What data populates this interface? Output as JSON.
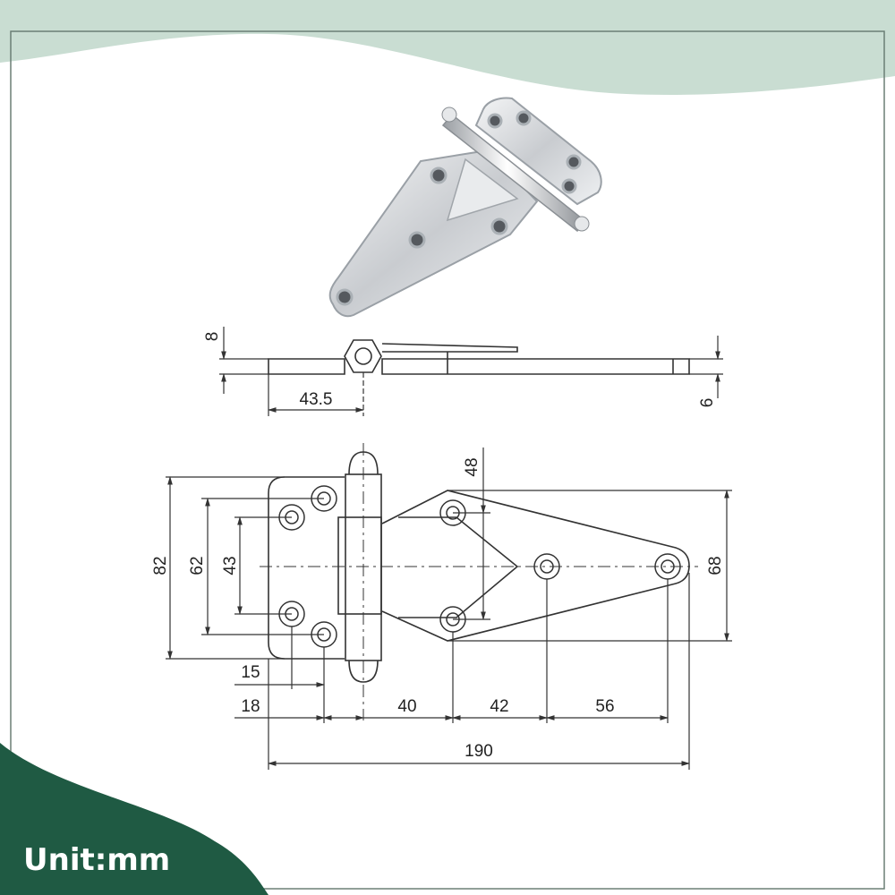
{
  "colors": {
    "top_wave": "#c9ddd2",
    "bottom_wave": "#1f5a43",
    "line": "#333333",
    "steel": "#d9dcdf"
  },
  "unit_label": "Unit:mm",
  "side_view": {
    "dimensions": {
      "height_top": "8",
      "thickness": "6",
      "pin_offset": "43.5"
    }
  },
  "top_view": {
    "dimensions": {
      "overall_height": "82",
      "hole_spacing_outer": "62",
      "hole_spacing_inner": "43",
      "triangle_hole_spacing": "48",
      "leaf_width": "68",
      "offset_15": "15",
      "offset_18": "18",
      "span_40": "40",
      "span_42": "42",
      "span_56": "56",
      "overall_length": "190"
    }
  }
}
